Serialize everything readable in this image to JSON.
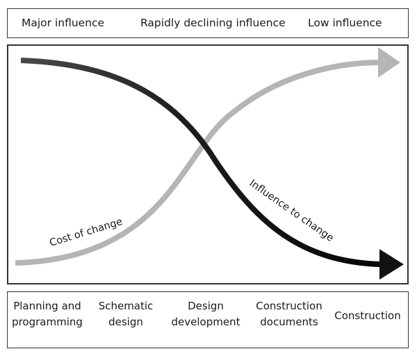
{
  "influence_levels": {
    "major": "Major influence",
    "declining": "Rapidly declining influence",
    "low": "Low influence"
  },
  "curves": {
    "cost": {
      "label": "Cost of change",
      "color": "#b5b5b5"
    },
    "influence": {
      "label": "Influence to change",
      "color": "#111111"
    }
  },
  "phases": [
    {
      "label": "Planning and\nprogramming"
    },
    {
      "label": "Schematic\ndesign"
    },
    {
      "label": "Design\ndevelopment"
    },
    {
      "label": "Construction\ndocuments"
    },
    {
      "label": "Construction"
    }
  ]
}
